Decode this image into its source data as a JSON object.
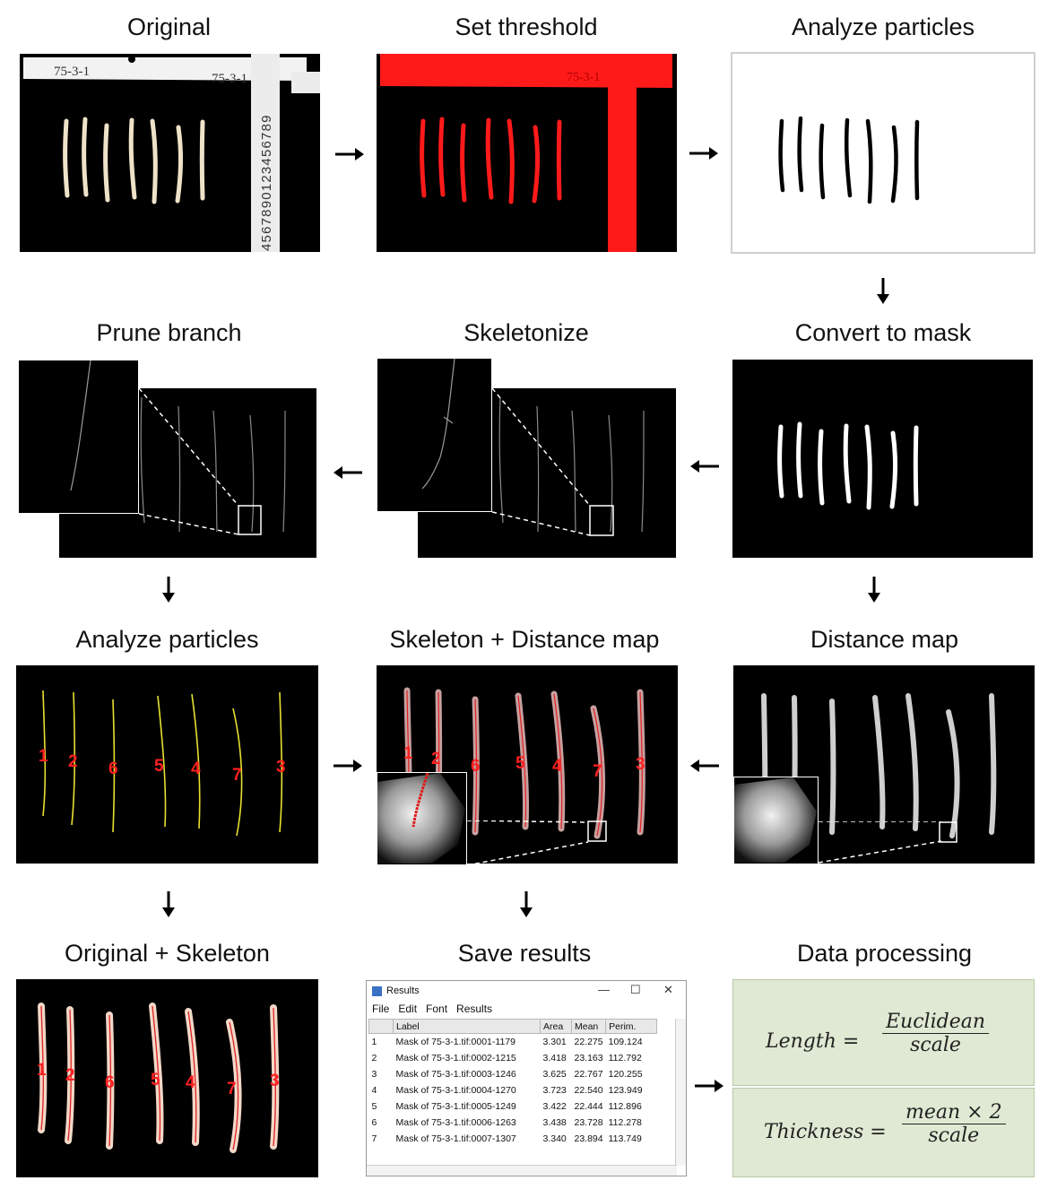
{
  "titles": {
    "original": "Original",
    "set_threshold": "Set threshold",
    "analyze_particles_top": "Analyze particles",
    "prune_branch": "Prune branch",
    "skeletonize": "Skeletonize",
    "convert_to_mask": "Convert to mask",
    "analyze_particles_mid": "Analyze particles",
    "skeleton_distance_map": "Skeleton + Distance map",
    "distance_map": "Distance map",
    "original_skeleton": "Original + Skeleton",
    "save_results": "Save results",
    "data_processing": "Data processing"
  },
  "label_strip": {
    "tag_left": "75-3-1",
    "tag_right": "75-3-1",
    "tag_threshold": "75-3-1"
  },
  "ruler_digits": "4567890123456789",
  "particle_labels": [
    "1",
    "2",
    "6",
    "5",
    "4",
    "7",
    "3"
  ],
  "results_window": {
    "title": "Results",
    "menu": [
      "File",
      "Edit",
      "Font",
      "Results"
    ],
    "controls": {
      "minimize": "—",
      "maximize": "☐",
      "close": "✕"
    },
    "headers": [
      "",
      "Label",
      "Area",
      "Mean",
      "Perim."
    ],
    "rows": [
      [
        "1",
        "Mask of 75-3-1.tif:0001-1179",
        "3.301",
        "22.275",
        "109.124"
      ],
      [
        "2",
        "Mask of 75-3-1.tif:0002-1215",
        "3.418",
        "23.163",
        "112.792"
      ],
      [
        "3",
        "Mask of 75-3-1.tif:0003-1246",
        "3.625",
        "22.767",
        "120.255"
      ],
      [
        "4",
        "Mask of 75-3-1.tif:0004-1270",
        "3.723",
        "22.540",
        "123.949"
      ],
      [
        "5",
        "Mask of 75-3-1.tif:0005-1249",
        "3.422",
        "22.444",
        "112.896"
      ],
      [
        "6",
        "Mask of 75-3-1.tif:0006-1263",
        "3.438",
        "23.728",
        "112.278"
      ],
      [
        "7",
        "Mask of 75-3-1.tif:0007-1307",
        "3.340",
        "23.894",
        "113.749"
      ]
    ]
  },
  "formulas": {
    "length": {
      "lhs": "Length =",
      "num": "Euclidean",
      "den": "scale"
    },
    "thickness": {
      "lhs": "Thickness =",
      "num": "mean × 2",
      "den": "scale"
    }
  },
  "colors": {
    "threshold_red": "#ff1a1a",
    "skeleton_yellow": "#e8e030",
    "label_red": "#ff2020",
    "formula_bg": "#dfe9d3"
  }
}
